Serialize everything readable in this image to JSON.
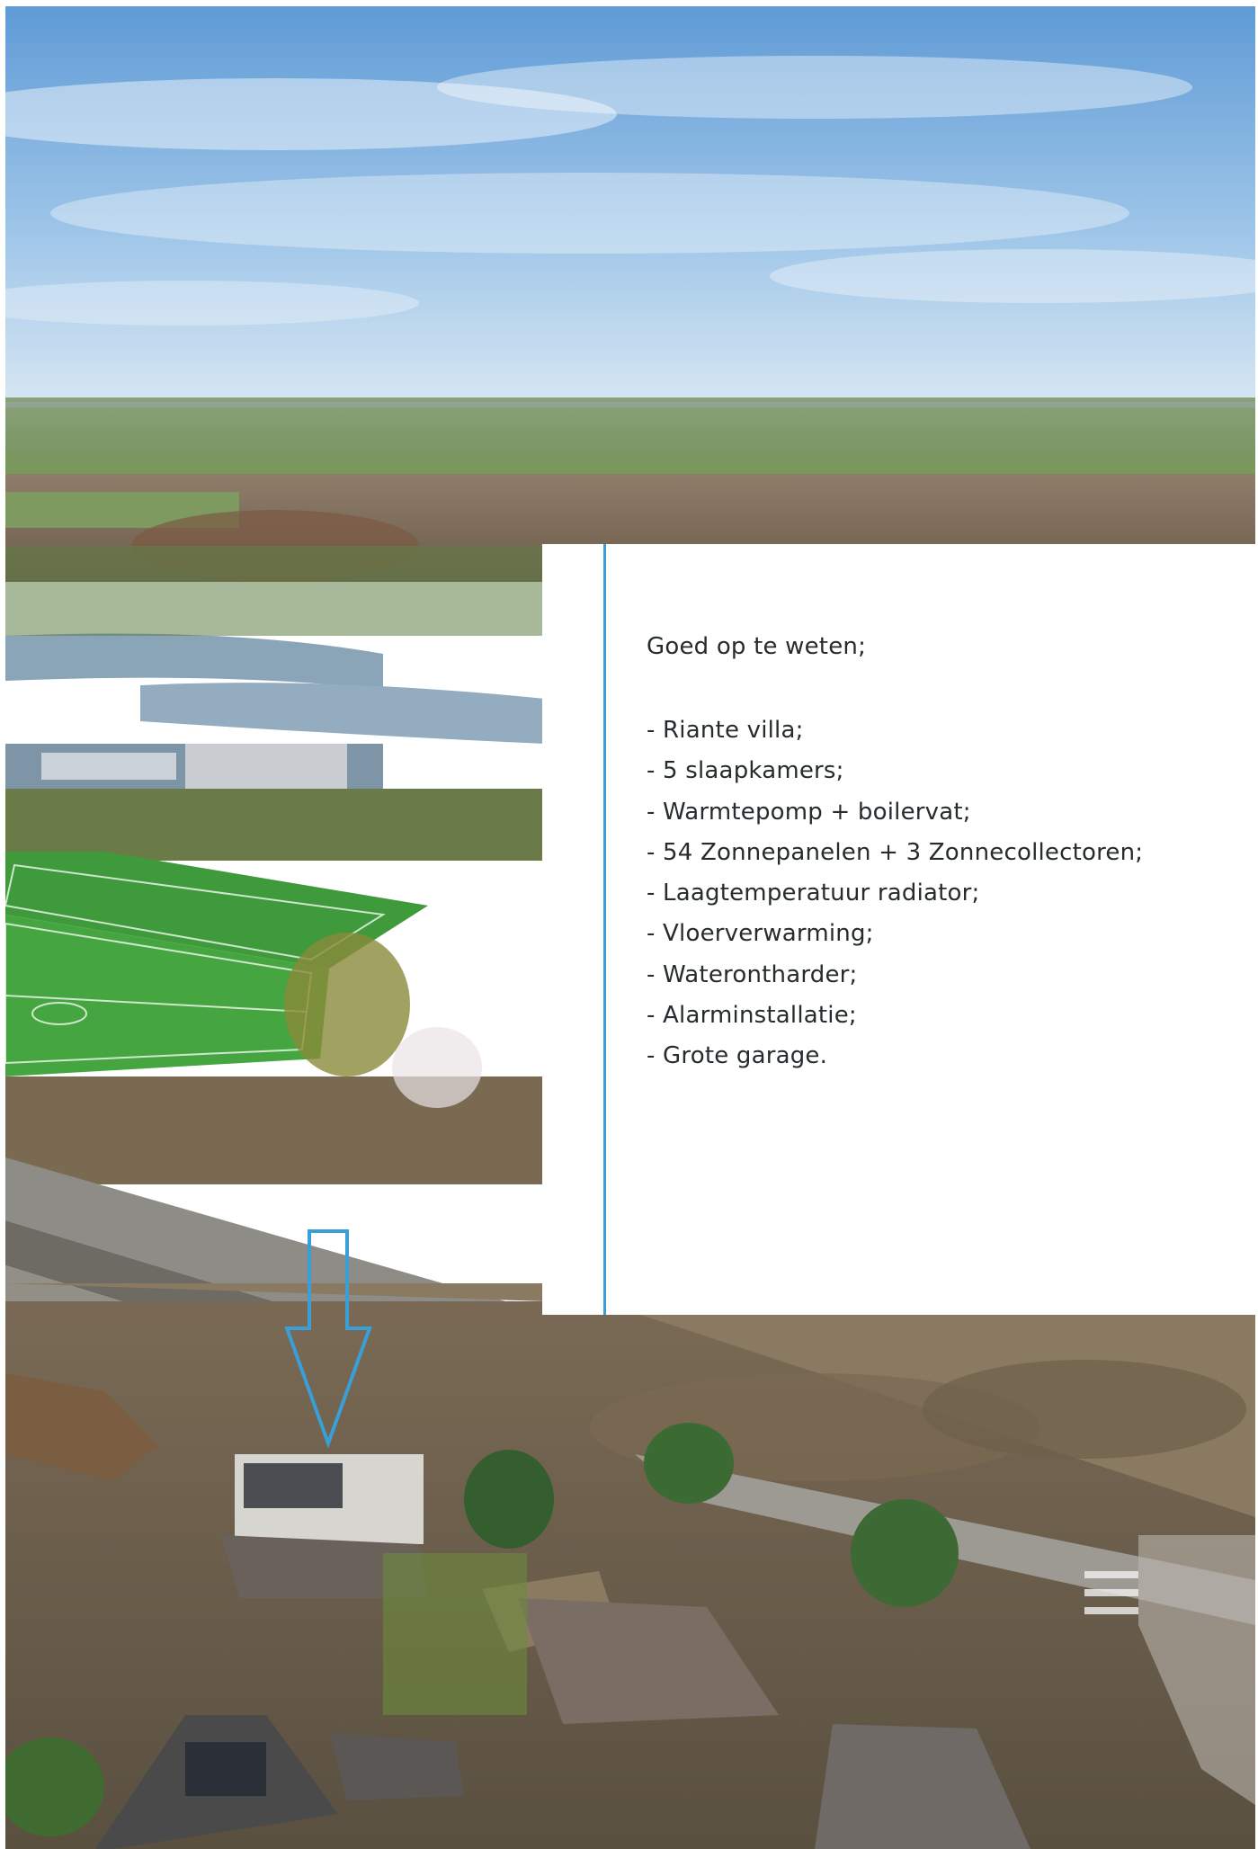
{
  "page": {
    "background": "#ffffff",
    "accent_color": "#3a9fd6",
    "text_color": "#262b2e"
  },
  "photo": {
    "description_icon": "aerial-landscape-photo",
    "marker": "down-arrow-icon"
  },
  "info_card": {
    "heading": "Goed op te weten;",
    "features": [
      "- Riante villa;",
      "- 5 slaapkamers;",
      "- Warmtepomp + boilervat;",
      "- 54 Zonnepanelen + 3 Zonnecollectoren;",
      "- Laagtemperatuur radiator;",
      "- Vloerverwarming;",
      "- Waterontharder;",
      "- Alarminstallatie;",
      "- Grote garage."
    ]
  }
}
